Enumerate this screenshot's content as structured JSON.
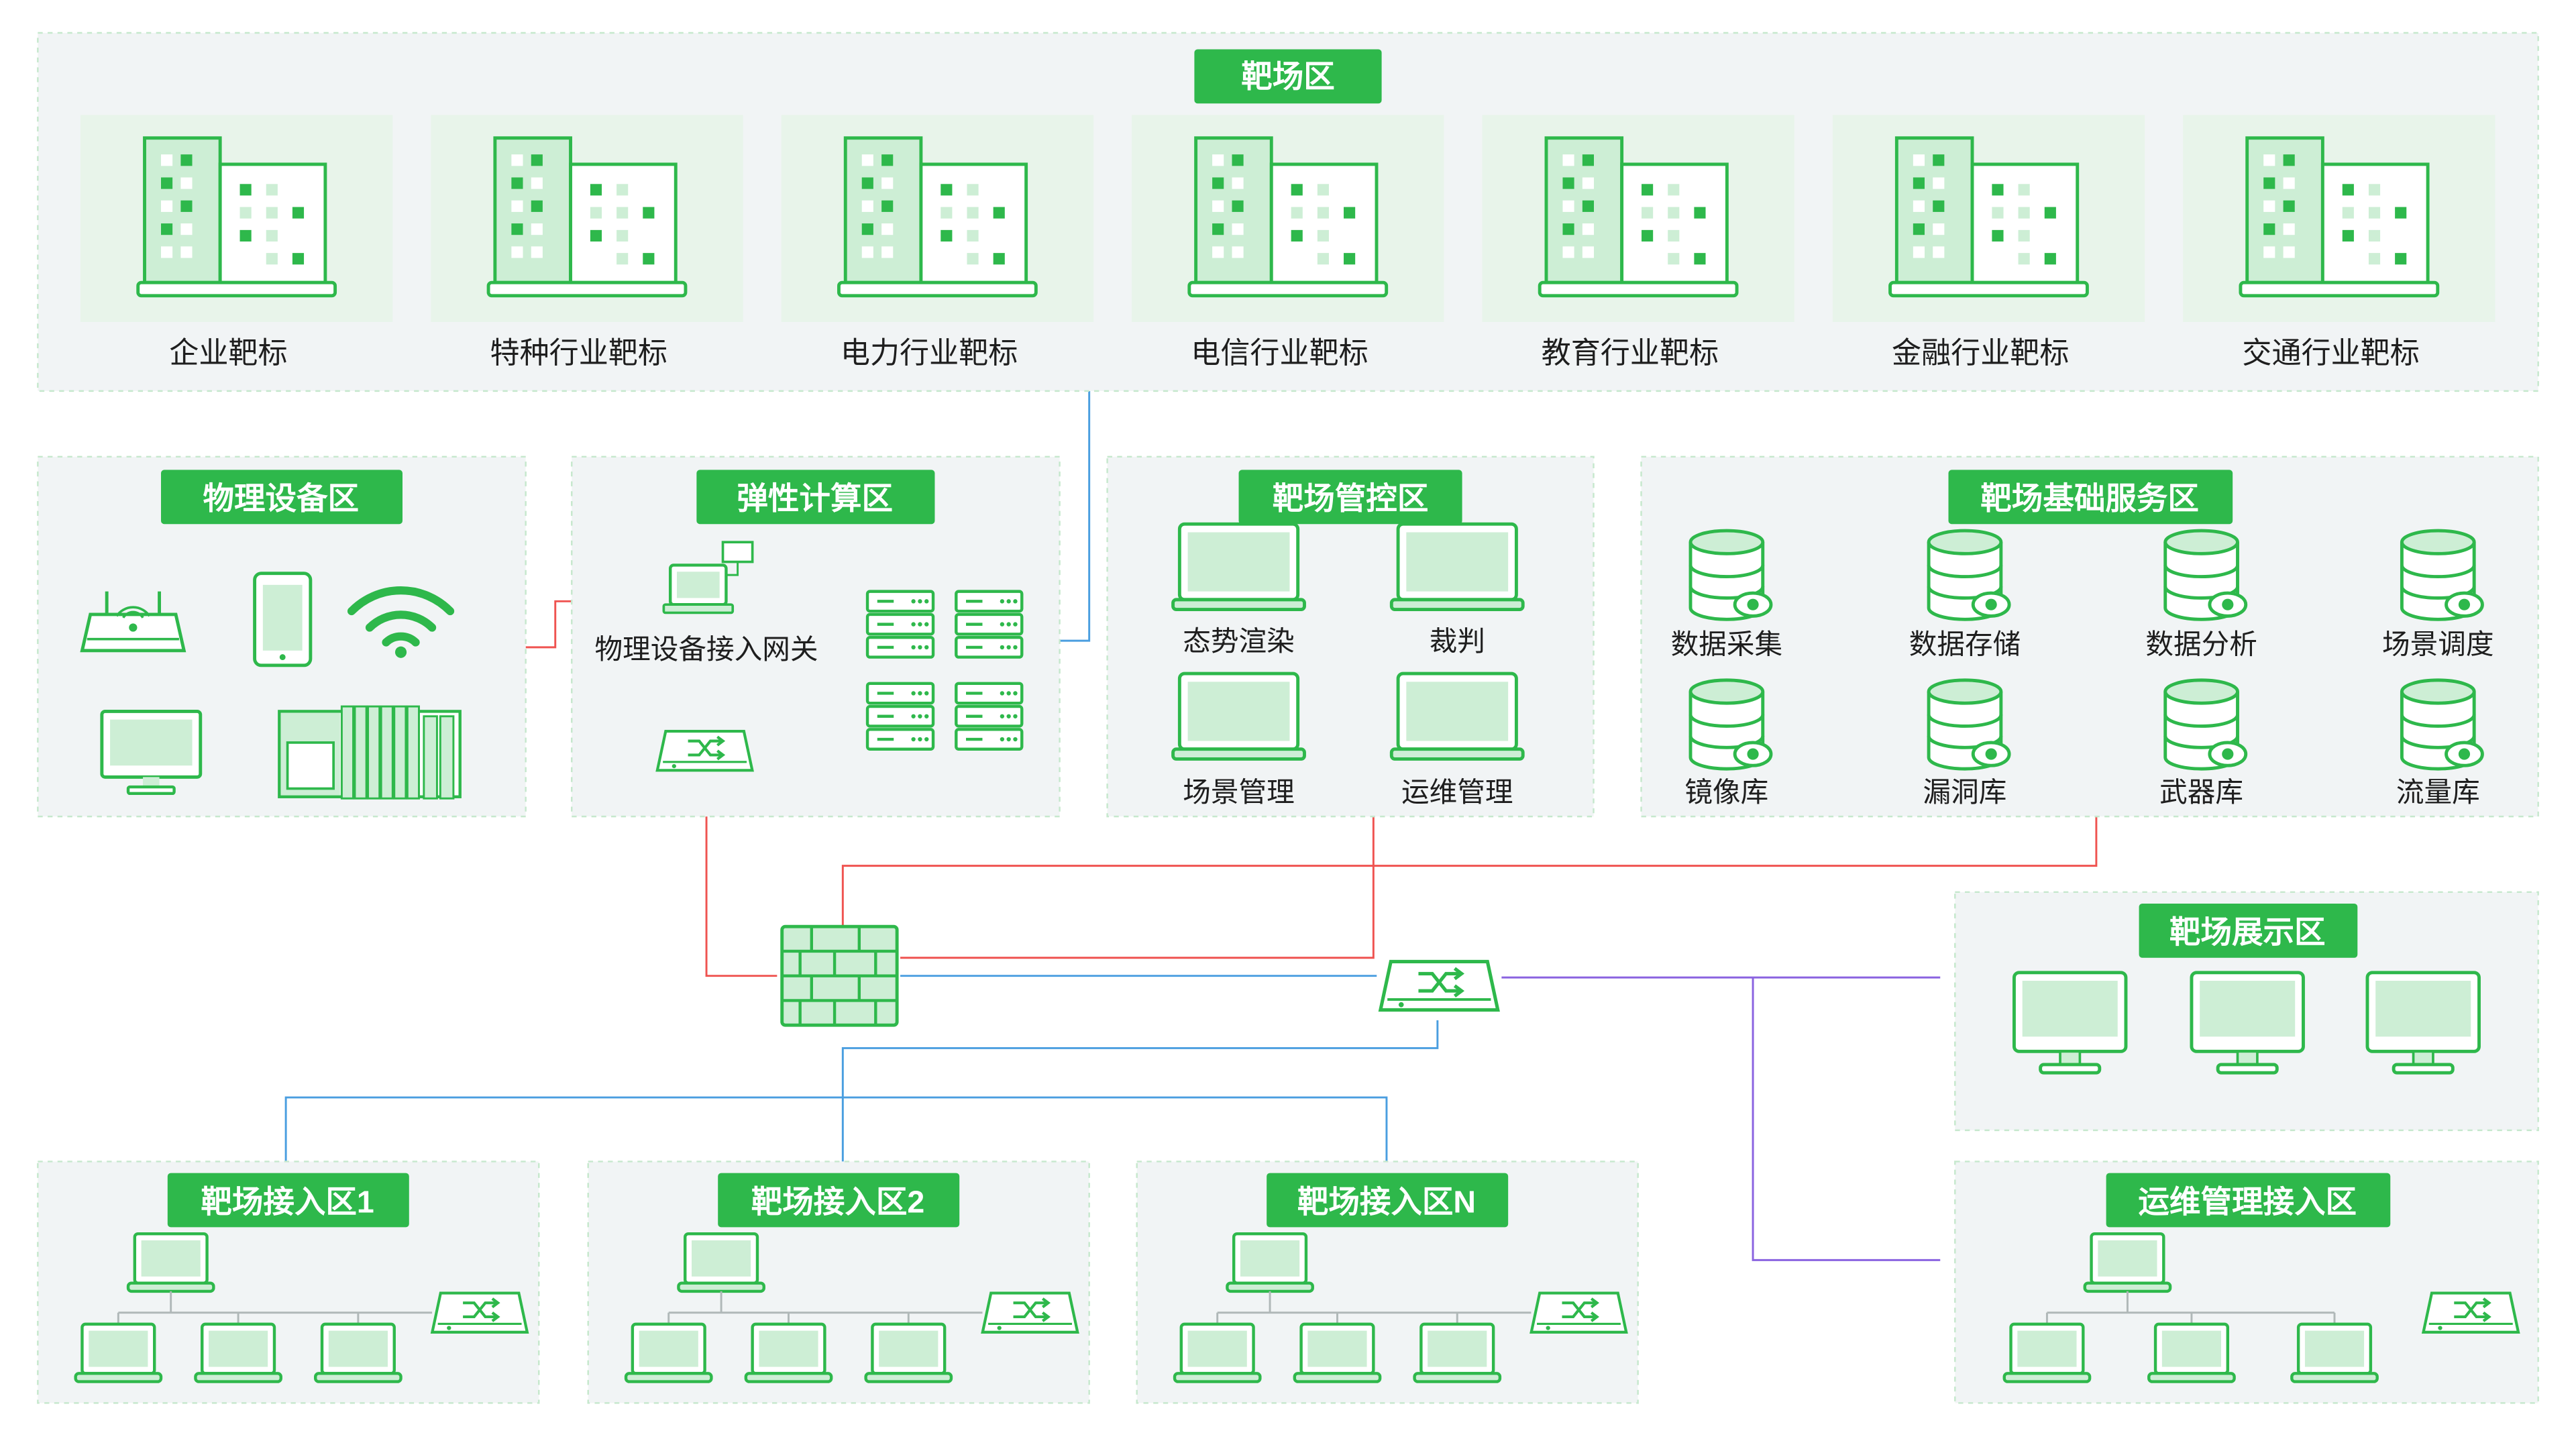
{
  "colors": {
    "green": "#2eb84b",
    "green_light": "#cdeed5",
    "green_pale": "#e8f4ea",
    "zone_bg": "#f1f4f5",
    "zone_border": "#c6e8cd",
    "line_red": "#ef5350",
    "line_blue": "#4a9ee0",
    "line_purple": "#8a63e0",
    "text": "#1e1e1e"
  },
  "zones": {
    "range": {
      "title": "靶场区",
      "targets": [
        "企业靶标",
        "特种行业靶标",
        "电力行业靶标",
        "电信行业靶标",
        "教育行业靶标",
        "金融行业靶标",
        "交通行业靶标"
      ]
    },
    "physical": {
      "title": "物理设备区",
      "devices": [
        "router-icon",
        "phone-icon",
        "wifi-icon",
        "monitor-icon",
        "industrial-controller-icon"
      ]
    },
    "elastic": {
      "title": "弹性计算区",
      "gateway_label": "物理设备接入网关",
      "devices": [
        "gateway-icon",
        "switch-icon",
        "server-rack-icon"
      ]
    },
    "control": {
      "title": "靶场管控区",
      "items": [
        "态势渲染",
        "裁判",
        "场景管理",
        "运维管理"
      ]
    },
    "services": {
      "title": "靶场基础服务区",
      "items": [
        "数据采集",
        "数据存储",
        "数据分析",
        "场景调度",
        "镜像库",
        "漏洞库",
        "武器库",
        "流量库"
      ]
    },
    "display": {
      "title": "靶场展示区",
      "screens": [
        "monitor-icon",
        "monitor-icon",
        "monitor-icon"
      ]
    },
    "access": [
      {
        "title": "靶场接入区1"
      },
      {
        "title": "靶场接入区2"
      },
      {
        "title": "靶场接入区N"
      }
    ],
    "ops": {
      "title": "运维管理接入区"
    }
  },
  "core": {
    "devices": [
      "firewall-icon",
      "core-switch-icon"
    ]
  }
}
